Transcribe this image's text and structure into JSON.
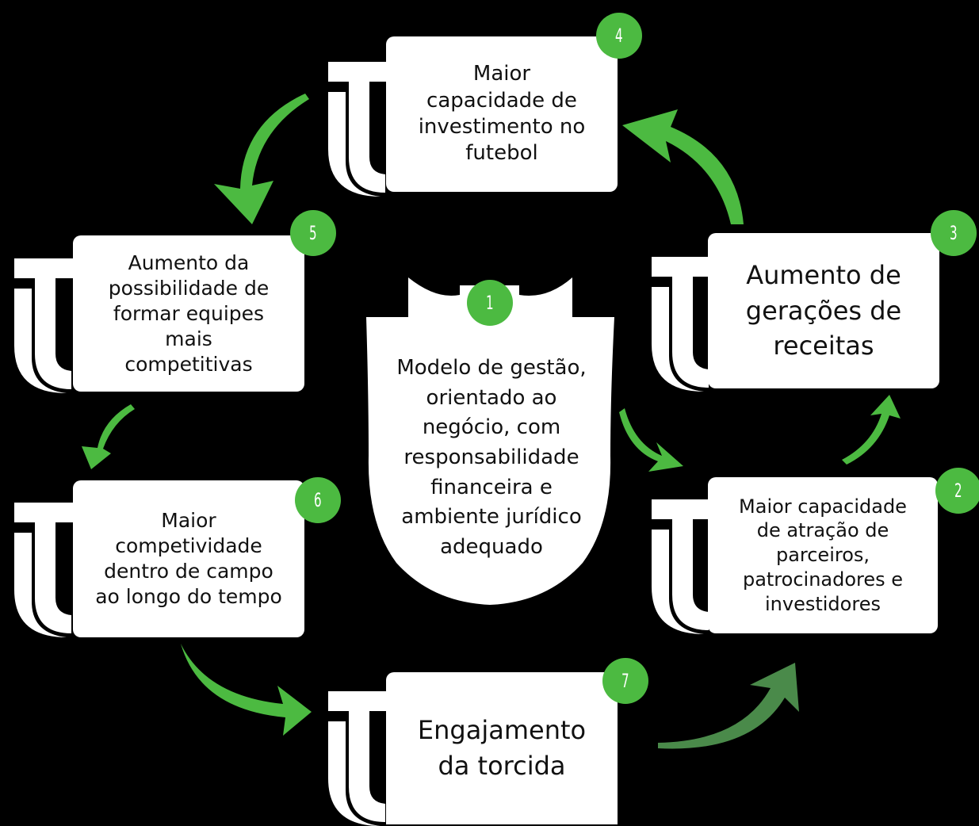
{
  "accent_color": "#4cba41",
  "dim_arrow_color": "#4a8a4a",
  "logo_icon": "club-crest-icon",
  "center": {
    "number": "1",
    "lines": [
      "Modelo de gestão,",
      "orientado ao",
      "negócio, com",
      "responsabilidade",
      "financeira e",
      "ambiente jurídico",
      "adequado"
    ]
  },
  "steps": [
    {
      "number": "2",
      "lines": [
        "Maior capacidade",
        "de atração de",
        "parceiros,",
        "patrocinadores e",
        "investidores"
      ]
    },
    {
      "number": "3",
      "lines": [
        "Aumento de",
        "gerações de",
        "receitas"
      ]
    },
    {
      "number": "4",
      "lines": [
        "Maior",
        "capacidade de",
        "investimento no",
        "futebol"
      ]
    },
    {
      "number": "5",
      "lines": [
        "Aumento da",
        "possibilidade de",
        "formar equipes",
        "mais",
        "competitivas"
      ]
    },
    {
      "number": "6",
      "lines": [
        "Maior",
        "competividade",
        "dentro de campo",
        "ao longo do tempo"
      ]
    },
    {
      "number": "7",
      "lines": [
        "Engajamento",
        "da torcida"
      ]
    }
  ]
}
